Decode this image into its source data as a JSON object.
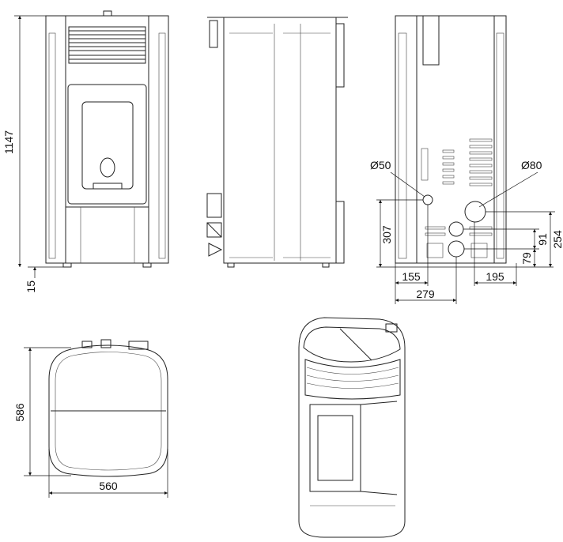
{
  "views": {
    "front": {
      "height_label": "1147",
      "foot_label": "15"
    },
    "rear": {
      "inlet_label": "Ø50",
      "outlet_label": "Ø80",
      "inlet_height_label": "307",
      "inlet_offset_label": "155",
      "center_offset_label": "279",
      "outlet_offset_label": "195",
      "pipe_spacing_label": "91",
      "lower_pipe_height_label": "79",
      "outlet_height_label": "254"
    },
    "top": {
      "depth_label": "586",
      "width_label": "560"
    }
  },
  "colors": {
    "line": "#222222",
    "background": "#ffffff"
  }
}
